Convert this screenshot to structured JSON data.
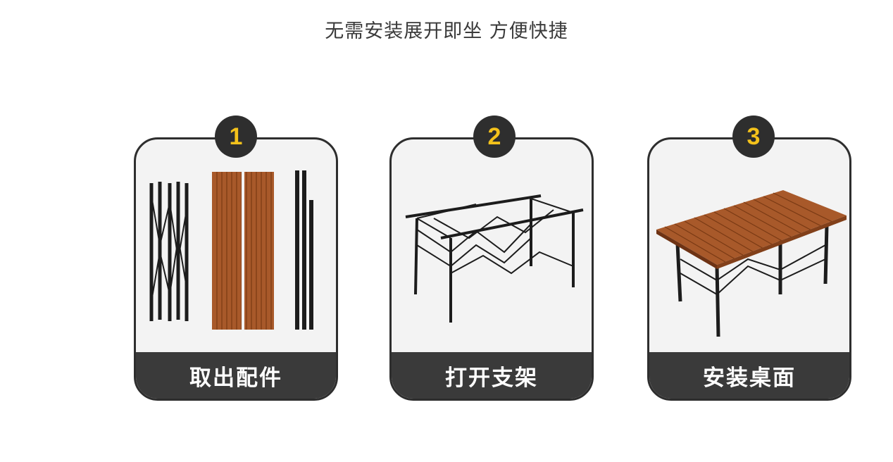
{
  "headline": "无需安装展开即坐 方便快捷",
  "steps": [
    {
      "number": "1",
      "caption": "取出配件",
      "illustration": "folded-table-parts"
    },
    {
      "number": "2",
      "caption": "打开支架",
      "illustration": "open-frame"
    },
    {
      "number": "3",
      "caption": "安装桌面",
      "illustration": "assembled-table"
    }
  ],
  "colors": {
    "badge_bg": "#2e2e2e",
    "badge_text": "#f4c21b",
    "caption_bg": "#3a3a3a",
    "card_bg": "#f3f3f3",
    "wood": "#a8592a",
    "frame": "#1c1c1c"
  }
}
